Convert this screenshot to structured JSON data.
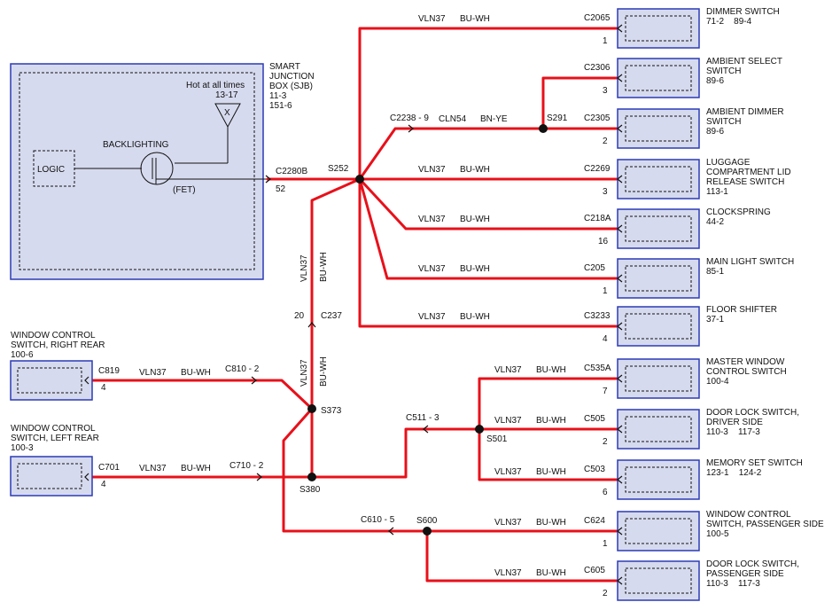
{
  "colors": {
    "wire": "#e8101a",
    "box_fill": "#d6daee",
    "box_border": "#2b3bb5"
  },
  "sjb": {
    "name_line1": "SMART",
    "name_line2": "JUNCTION",
    "name_line3": "BOX (SJB)",
    "ref1": "11-3",
    "ref2": "151-6",
    "hot_label": "Hot at all times",
    "hot_ref": "13-17",
    "fuse_mark": "X",
    "logic_label": "LOGIC",
    "backlighting_label": "BACKLIGHTING",
    "fet_label": "(FET)",
    "connector": "C2280B",
    "pin": "52"
  },
  "splices": {
    "s252": "S252",
    "s291": "S291",
    "s373": "S373",
    "s380": "S380",
    "s501": "S501",
    "s600": "S600"
  },
  "inline_connectors": {
    "c2238": "C2238 - 9",
    "c237": "C237",
    "c237_pin": "20",
    "c810": "C810 - 2",
    "c710": "C710 - 2",
    "c511": "C511 - 3",
    "c610": "C610 - 5"
  },
  "wire_labels": {
    "circuit": "VLN37",
    "color": "BU-WH",
    "circuit_cln": "CLN54",
    "color_cln": "BN-YE"
  },
  "right_components": [
    {
      "connector": "C2065",
      "pin": "1",
      "name": [
        "DIMMER SWITCH"
      ],
      "ref": "71-2    89-4"
    },
    {
      "connector": "C2306",
      "pin": "3",
      "name": [
        "AMBIENT SELECT",
        "SWITCH"
      ],
      "ref": "89-6"
    },
    {
      "connector": "C2305",
      "pin": "2",
      "name": [
        "AMBIENT DIMMER",
        "SWITCH"
      ],
      "ref": "89-6"
    },
    {
      "connector": "C2269",
      "pin": "3",
      "name": [
        "LUGGAGE",
        "COMPARTMENT LID",
        "RELEASE SWITCH"
      ],
      "ref": "113-1"
    },
    {
      "connector": "C218A",
      "pin": "16",
      "name": [
        "CLOCKSPRING"
      ],
      "ref": "44-2"
    },
    {
      "connector": "C205",
      "pin": "1",
      "name": [
        "MAIN LIGHT SWITCH"
      ],
      "ref": "85-1"
    },
    {
      "connector": "C3233",
      "pin": "4",
      "name": [
        "FLOOR SHIFTER"
      ],
      "ref": "37-1"
    },
    {
      "connector": "C535A",
      "pin": "7",
      "name": [
        "MASTER WINDOW",
        "CONTROL SWITCH"
      ],
      "ref": "100-4"
    },
    {
      "connector": "C505",
      "pin": "2",
      "name": [
        "DOOR LOCK SWITCH,",
        "DRIVER SIDE"
      ],
      "ref": "110-3    117-3"
    },
    {
      "connector": "C503",
      "pin": "6",
      "name": [
        "MEMORY SET SWITCH"
      ],
      "ref": "123-1    124-2"
    },
    {
      "connector": "C624",
      "pin": "1",
      "name": [
        "WINDOW CONTROL",
        "SWITCH, PASSENGER SIDE"
      ],
      "ref": "100-5"
    },
    {
      "connector": "C605",
      "pin": "2",
      "name": [
        "DOOR LOCK SWITCH,",
        "PASSENGER SIDE"
      ],
      "ref": "110-3    117-3"
    }
  ],
  "left_components": [
    {
      "connector": "C819",
      "pin": "4",
      "name": [
        "WINDOW CONTROL",
        "SWITCH, RIGHT REAR"
      ],
      "ref": "100-6"
    },
    {
      "connector": "C701",
      "pin": "4",
      "name": [
        "WINDOW CONTROL",
        "SWITCH, LEFT REAR"
      ],
      "ref": "100-3"
    }
  ]
}
